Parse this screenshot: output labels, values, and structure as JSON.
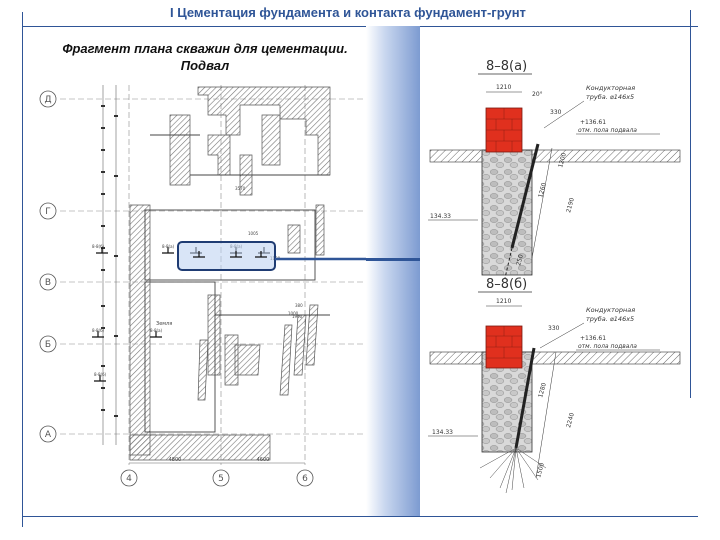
{
  "header": {
    "title": "I Цементация фундамента и контакта фундамент-грунт",
    "subtitle": "Фрагмент плана скважин для цементации. Подвал"
  },
  "plan": {
    "axis_rows": [
      "Д",
      "Г",
      "В",
      "Б",
      "А"
    ],
    "axis_cols": [
      "4",
      "5",
      "6"
    ],
    "dims_bottom": [
      "4800",
      "4600"
    ],
    "room_label": "Земля",
    "highlight_color": "#b9cff0",
    "highlight_border": "#1f3c73"
  },
  "section_a": {
    "title": "8–8(а)",
    "width_dim": "1210",
    "angle": "20°",
    "dim_330": "330",
    "pipe_label_1": "Кондукторная",
    "pipe_label_2": "труба. ⌀146x5",
    "level_top": "+136.61",
    "level_top_note": "отм. пола подвала",
    "level_bottom": "134.33",
    "dims": [
      "1200",
      "1260",
      "2190",
      "250"
    ]
  },
  "section_b": {
    "title": "8–8(б)",
    "width_dim": "1210",
    "dim_330": "330",
    "pipe_label_1": "Кондукторная",
    "pipe_label_2": "труба. ⌀146x5",
    "level_top": "+136.61",
    "level_top_note": "отм. пола подвала",
    "level_bottom": "134.33",
    "dims": [
      "1280",
      "2240",
      "1500"
    ]
  },
  "colors": {
    "accent": "#2f5597",
    "brick": "#e0301e",
    "line": "#333333"
  }
}
